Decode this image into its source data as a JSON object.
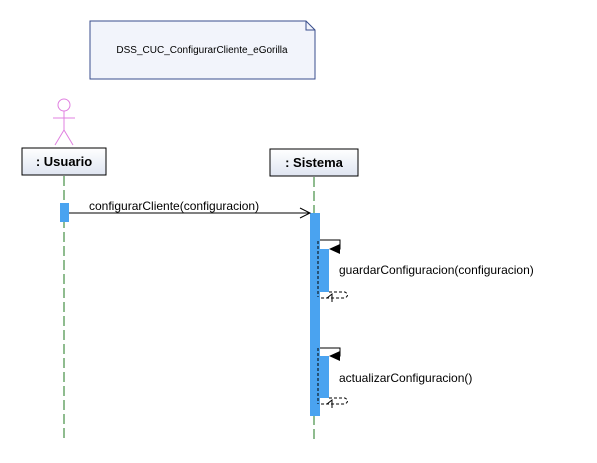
{
  "note": {
    "text": "DSS_CUC_ConfigurarCliente_eGorilla"
  },
  "lifelines": [
    {
      "label": ": Usuario"
    },
    {
      "label": ": Sistema"
    }
  ],
  "messages": [
    {
      "label": "configurarCliente(configuracion)"
    },
    {
      "label": "guardarConfiguracion(configuracion)"
    },
    {
      "label": "actualizarConfiguracion()"
    }
  ],
  "colors": {
    "note_fill": "#f2f4fb",
    "note_border": "#3a4e8c",
    "box_fill": "#eef1f8",
    "box_border": "#000000",
    "lifeline": "#1f7a1f",
    "activation": "#4aa3f0",
    "actor": "#e080e0",
    "line": "#000000"
  }
}
